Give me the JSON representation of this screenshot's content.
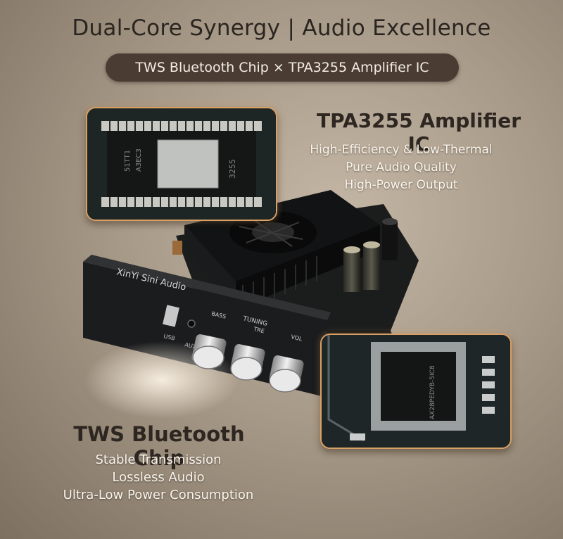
{
  "header": {
    "title": "Dual-Core Synergy | Audio Excellence",
    "pill": "TWS Bluetooth Chip × TPA3255 Amplifier IC"
  },
  "amplifier": {
    "heading": "TPA3255 Amplifier IC",
    "features": [
      "High-Efficiency & Low-Thermal",
      "Pure Audio Quality",
      "High-Power Output"
    ],
    "chip_marking": [
      "51TT1",
      "A3EC3",
      "3255"
    ]
  },
  "bluetooth": {
    "heading": "TWS Bluetooth Chip",
    "features": [
      "Stable Transmission",
      "Lossless Audio",
      "Ultra-Low Power Consumption"
    ],
    "chip_marking": "AX28PEDYB-5IC8"
  },
  "board": {
    "brand": "XinYi Sini Audio",
    "port_usb": "USB",
    "port_aux": "AUX",
    "knob_group": "TUNING",
    "knobs": [
      "BASS",
      "TRE",
      "VOL"
    ]
  },
  "colors": {
    "accent": "#d9a066",
    "pill_bg": "#4a3c33",
    "heading": "#2e2621"
  }
}
